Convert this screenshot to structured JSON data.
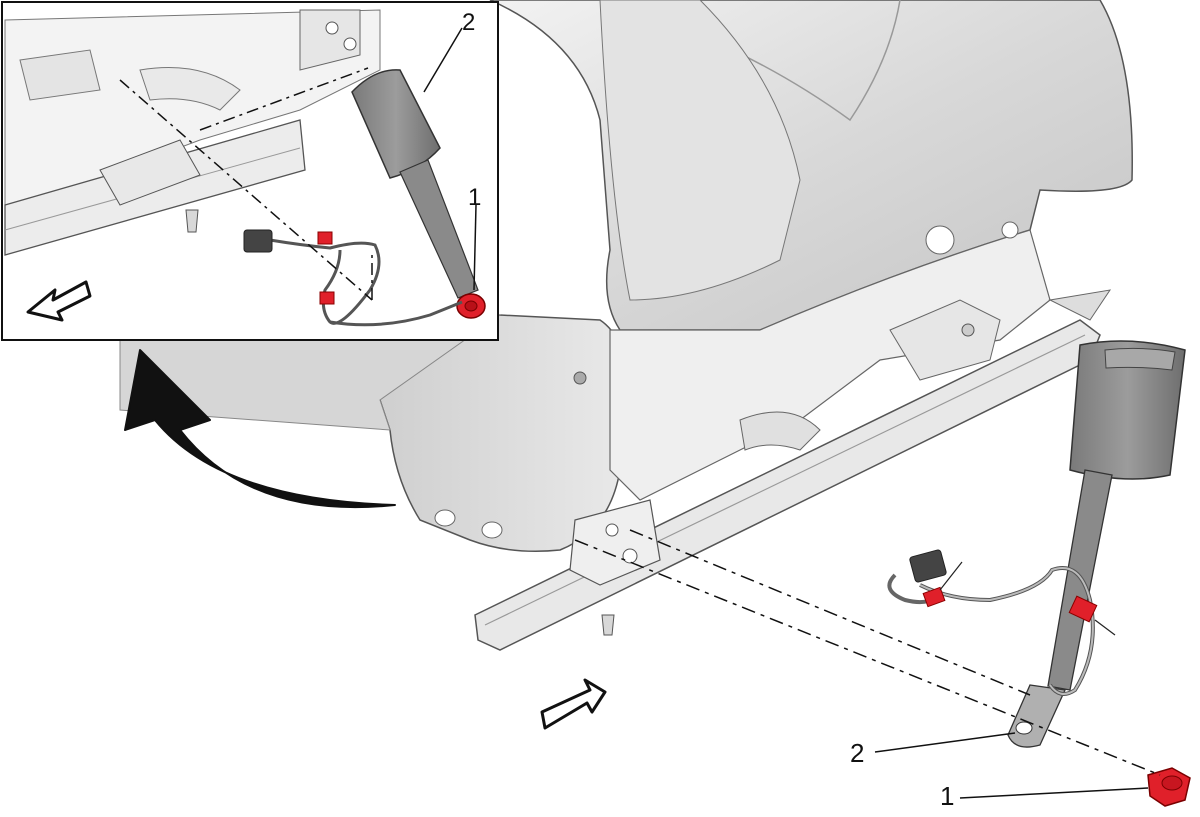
{
  "callouts": {
    "main_bolt": "1",
    "main_anchor": "2",
    "inset_bolt": "1",
    "inset_buckle": "2"
  },
  "colors": {
    "fastener_red": "#e0202a",
    "seat_gray": "#dcdcdc",
    "buckle_gray": "#8c8c8c",
    "frame_light": "#eeeeee",
    "line": "#1a1a1a"
  },
  "icons": {
    "rotation": "curved-arrow-icon",
    "direction_main": "forward-arrow-icon",
    "direction_inset": "forward-arrow-icon"
  }
}
